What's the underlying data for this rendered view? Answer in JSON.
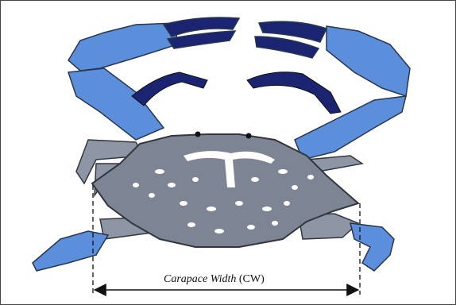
{
  "figure": {
    "caption_italic": "Carapace Width",
    "caption_abbrev": "(CW)"
  },
  "colors": {
    "background": "#ffffff",
    "frame": "#444444",
    "carapace": "#7d8494",
    "carapace_outline": "#33363d",
    "carapace_marking": "#ffffff",
    "leg_blue": "#5b8fdc",
    "leg_gray": "#8e96a6",
    "claw_tip": "#1a2470",
    "eye": "#111111",
    "measure_line": "#111111"
  },
  "icons": {
    "measure_arrow": "double-headed-arrow"
  }
}
